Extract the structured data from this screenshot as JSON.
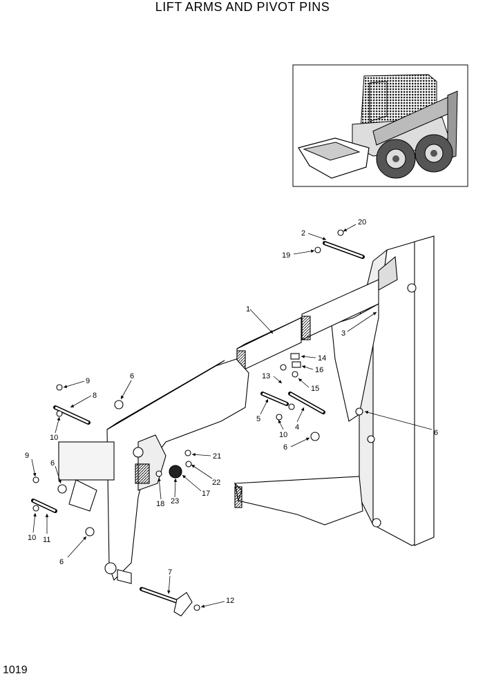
{
  "title": "LIFT ARMS AND PIVOT PINS",
  "page_number": "1019",
  "callouts": [
    {
      "id": "c20",
      "text": "20"
    },
    {
      "id": "c2",
      "text": "2"
    },
    {
      "id": "c19",
      "text": "19"
    },
    {
      "id": "c1",
      "text": "1"
    },
    {
      "id": "c3",
      "text": "3"
    },
    {
      "id": "c14",
      "text": "14"
    },
    {
      "id": "c16",
      "text": "16"
    },
    {
      "id": "c13",
      "text": "13"
    },
    {
      "id": "c15",
      "text": "15"
    },
    {
      "id": "c9a",
      "text": "9"
    },
    {
      "id": "c6a",
      "text": "6"
    },
    {
      "id": "c8",
      "text": "8"
    },
    {
      "id": "c5",
      "text": "5"
    },
    {
      "id": "c4",
      "text": "4"
    },
    {
      "id": "c10a",
      "text": "10"
    },
    {
      "id": "c10b",
      "text": "10"
    },
    {
      "id": "c6b",
      "text": "6"
    },
    {
      "id": "c6c",
      "text": "6"
    },
    {
      "id": "c9b",
      "text": "9"
    },
    {
      "id": "c6d",
      "text": "6"
    },
    {
      "id": "c21",
      "text": "21"
    },
    {
      "id": "c22",
      "text": "22"
    },
    {
      "id": "c18",
      "text": "18"
    },
    {
      "id": "c23",
      "text": "23"
    },
    {
      "id": "c17",
      "text": "17"
    },
    {
      "id": "c10c",
      "text": "10"
    },
    {
      "id": "c11",
      "text": "11"
    },
    {
      "id": "c6e",
      "text": "6"
    },
    {
      "id": "c7",
      "text": "7"
    },
    {
      "id": "c12",
      "text": "12"
    }
  ]
}
